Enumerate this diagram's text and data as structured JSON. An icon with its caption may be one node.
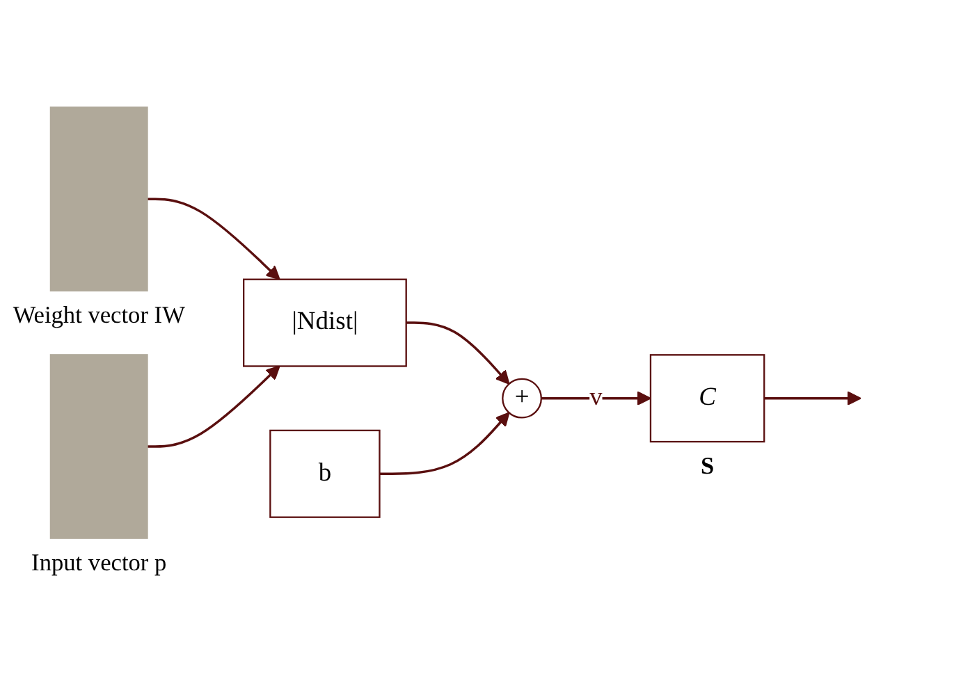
{
  "diagram": {
    "nodes": [
      {
        "text": [],
        "shape": "bar",
        "beside": [
          "Weight vector IW"
        ]
      },
      {
        "text": [],
        "shape": "bar",
        "beside": [
          "Input vector p"
        ]
      },
      {
        "text": [
          "|Ndist|"
        ]
      },
      {
        "text": [
          "b"
        ]
      },
      {
        "text": [
          "+"
        ]
      },
      {
        "text": [
          "C"
        ],
        "beside": [
          "S"
        ]
      }
    ],
    "edges": [
      {
        "from": 0,
        "to": 2,
        "arrow": "to"
      },
      {
        "from": 1,
        "to": 2,
        "arrow": "to"
      },
      {
        "from": 2,
        "to": 4,
        "arrow": "to"
      },
      {
        "from": 3,
        "to": 4,
        "arrow": "to"
      },
      {
        "from": 4,
        "to": 5,
        "arrow": "to",
        "label": "v"
      },
      {
        "from": 5,
        "to": null,
        "arrow": "to"
      }
    ]
  }
}
